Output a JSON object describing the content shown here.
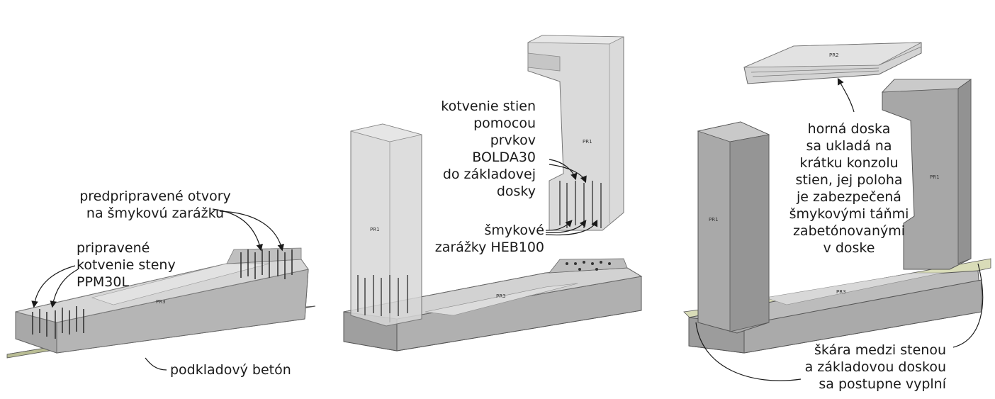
{
  "labels": {
    "left": {
      "otvory": [
        "predpripravené otvory",
        "na šmykovú zarážku"
      ],
      "kotvenie": [
        "pripravené",
        "kotvenie steny",
        "PPM30L"
      ],
      "podklad": "podkladový betón"
    },
    "middle": {
      "kotvenie": [
        "kotvenie stien",
        "pomocou",
        "prvkov",
        "BOLDA30",
        "do základovej",
        "dosky"
      ],
      "zarazky": [
        "šmykové",
        "zarážky HEB100"
      ]
    },
    "right": {
      "doska": [
        "horná doska",
        "sa ukladá na",
        "krátku konzolu",
        "stien, jej poloha",
        "je zabezpečená",
        "šmykovými táňmi",
        "zabetónovanými",
        "v doske"
      ],
      "skara": [
        "škára medzi stenou",
        "a základovou doskou",
        "sa postupne vyplní"
      ]
    }
  },
  "part_tags": {
    "pr1": "PR1",
    "pr2": "PR2",
    "pr3": "PR3"
  },
  "colors": {
    "concrete_light": "#cfcfcf",
    "concrete_mid": "#b4b4b4",
    "concrete_dark": "#9a9a9a",
    "lean_concrete": "#d9dcb8",
    "text": "#1a1a1a"
  }
}
